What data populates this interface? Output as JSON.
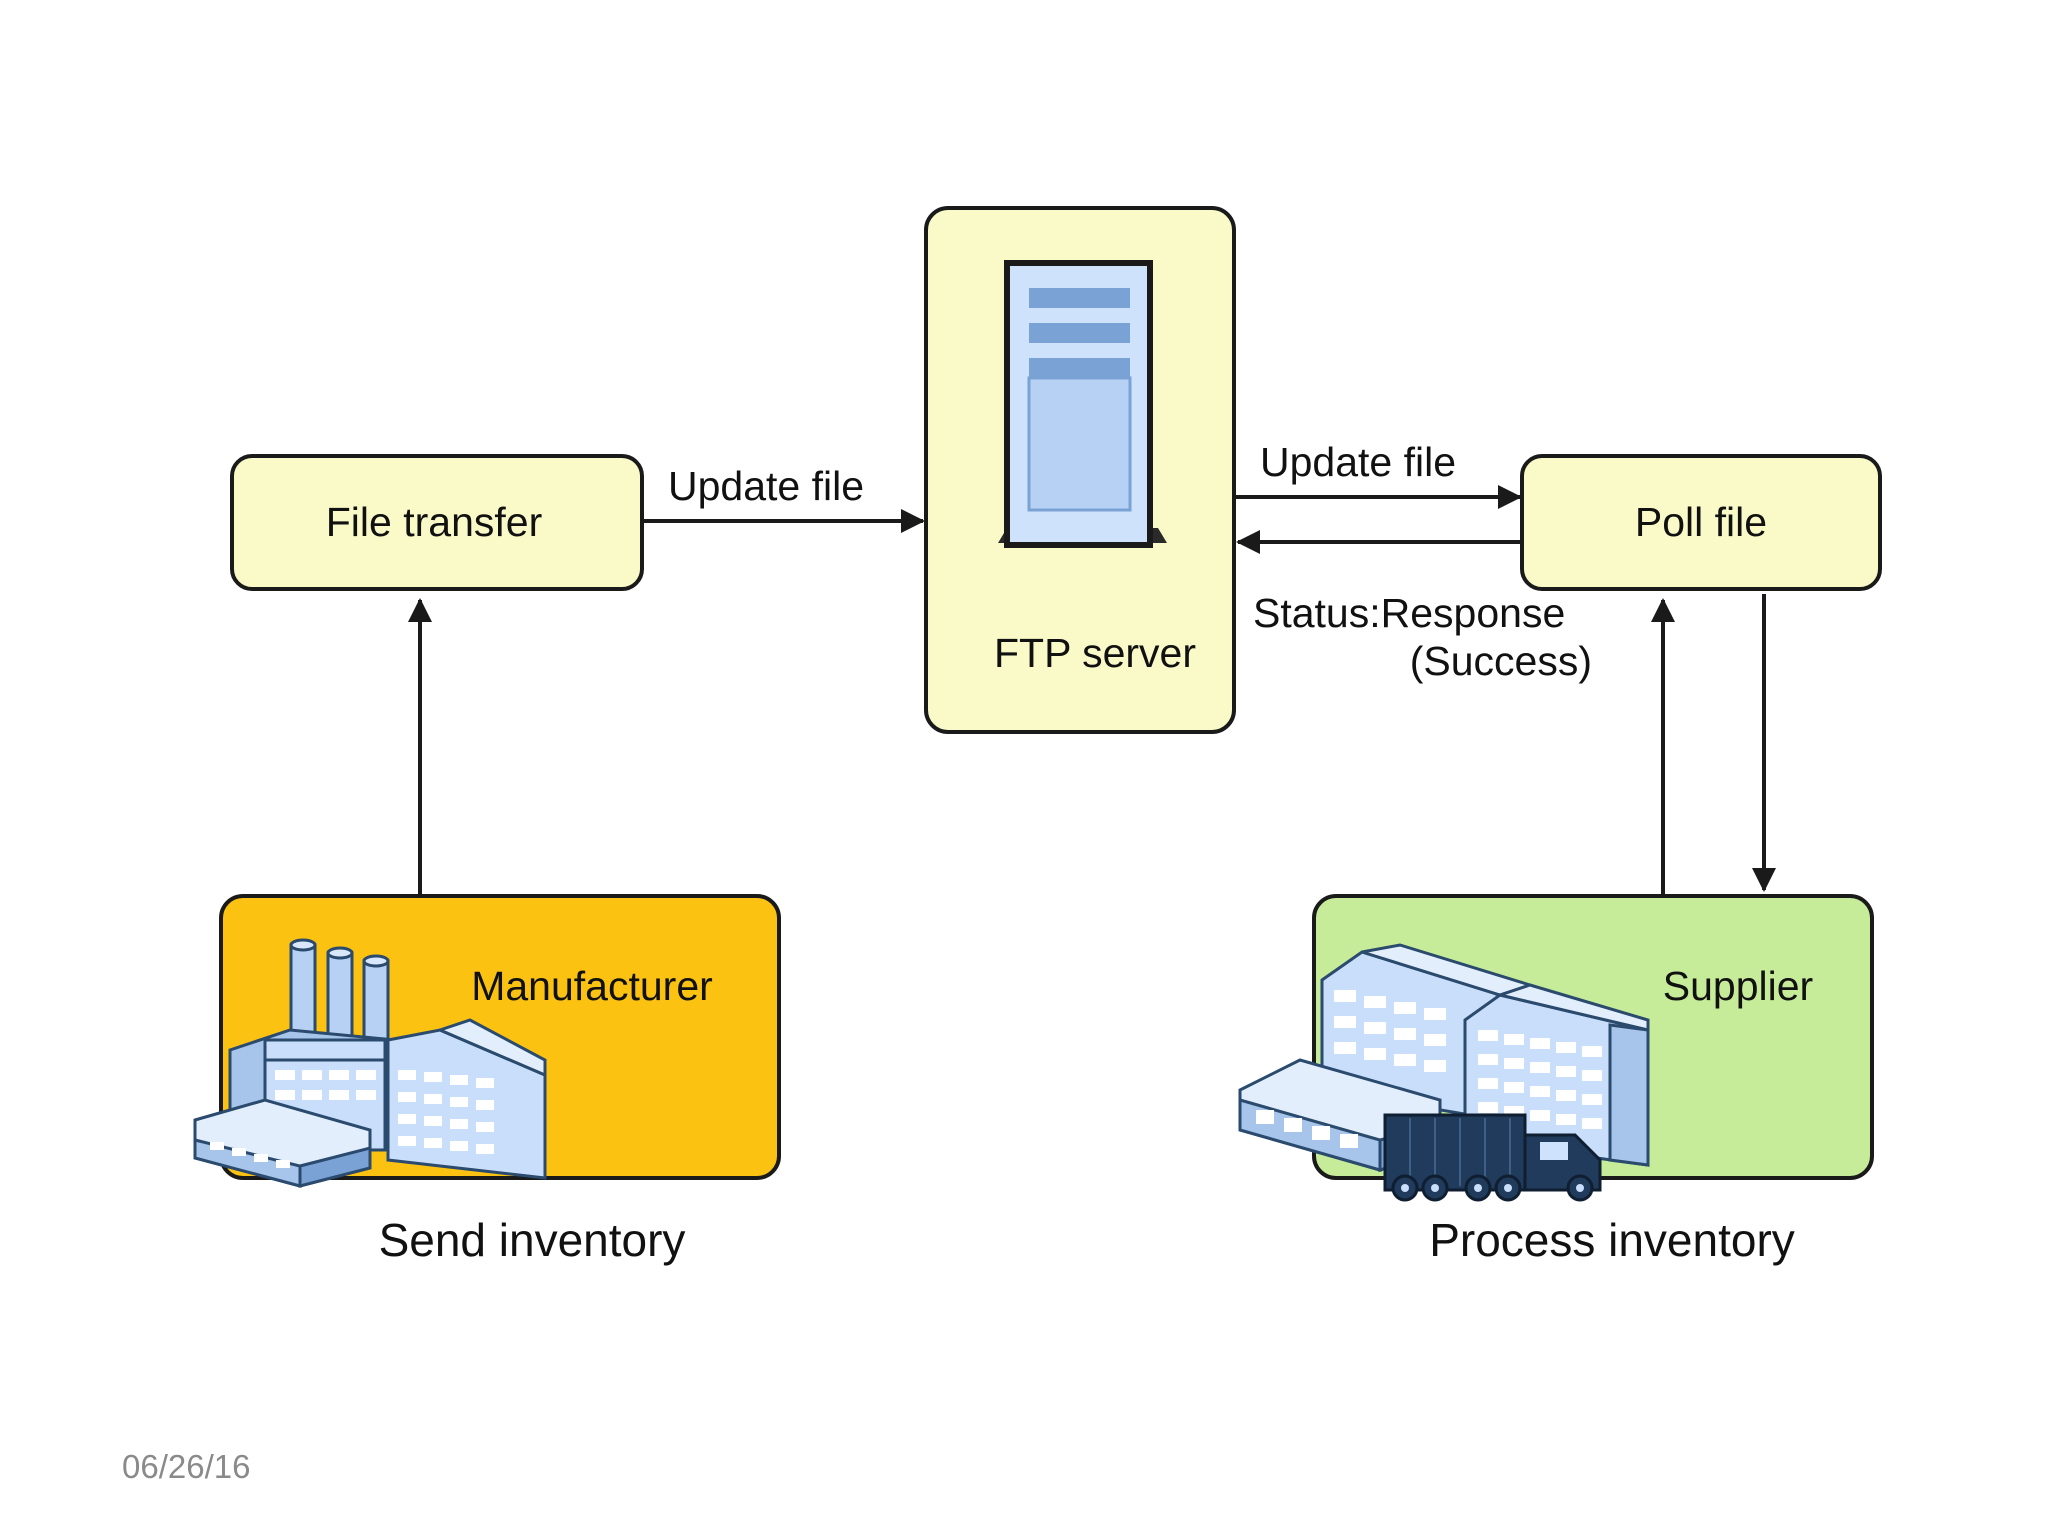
{
  "colors": {
    "node_fill": "#fafac8",
    "manufacturer_fill": "#fcc212",
    "supplier_fill": "#c6ec9a",
    "outline": "#1a1a1a",
    "building_light": "#c9defa",
    "building_mid": "#a7c4ea",
    "truck": "#203b5c"
  },
  "nodes": {
    "file_transfer": "File transfer",
    "ftp_server": "FTP server",
    "poll_file": "Poll file",
    "manufacturer": "Manufacturer",
    "supplier": "Supplier"
  },
  "edges": {
    "update_file_left": "Update file",
    "update_file_right": "Update file",
    "status_response_line1": "Status:Response",
    "status_response_line2": "(Success)"
  },
  "captions": {
    "send_inventory": "Send inventory",
    "process_inventory": "Process inventory"
  },
  "footer": {
    "date": "06/26/16"
  },
  "icons": {
    "server": "server-tower-icon",
    "factory": "factory-icon",
    "warehouse": "warehouse-icon",
    "truck": "truck-icon"
  }
}
